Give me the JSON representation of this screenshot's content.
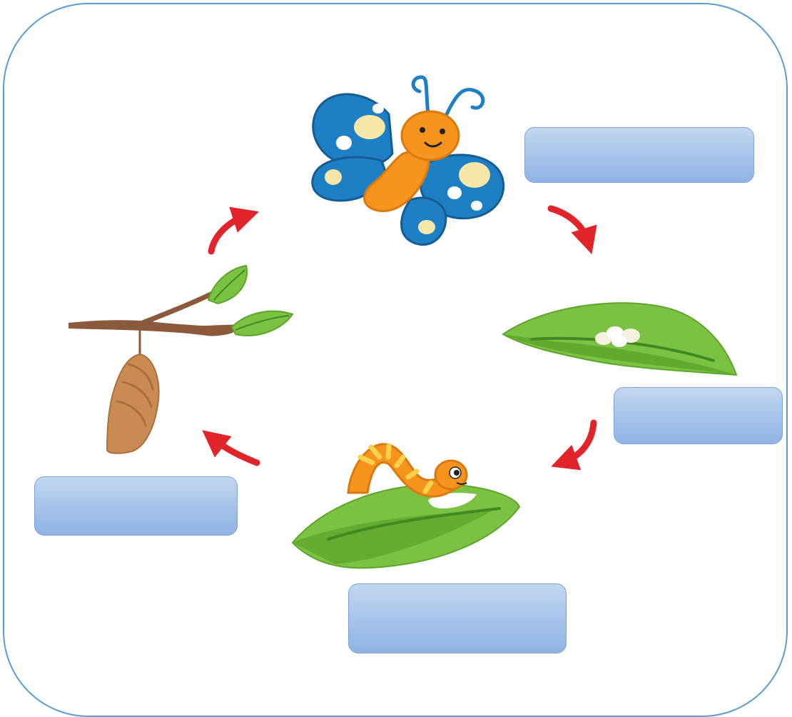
{
  "diagram": {
    "stages": [
      {
        "id": "adult",
        "label": ""
      },
      {
        "id": "egg",
        "label": ""
      },
      {
        "id": "larva",
        "label": ""
      },
      {
        "id": "pupa",
        "label": ""
      }
    ]
  },
  "colors": {
    "frame": "#5b9bd5",
    "arrow": "#e0242a",
    "label_box": "#a4c2ea",
    "leaf": "#7cc242",
    "wing": "#1f7fc4",
    "body": "#f7941d",
    "branch": "#8b5a3c",
    "chrysalis": "#c98b52"
  },
  "icons": {
    "adult": "butterfly-icon",
    "egg": "eggs-on-leaf-icon",
    "larva": "caterpillar-on-leaf-icon",
    "pupa": "chrysalis-on-branch-icon"
  }
}
